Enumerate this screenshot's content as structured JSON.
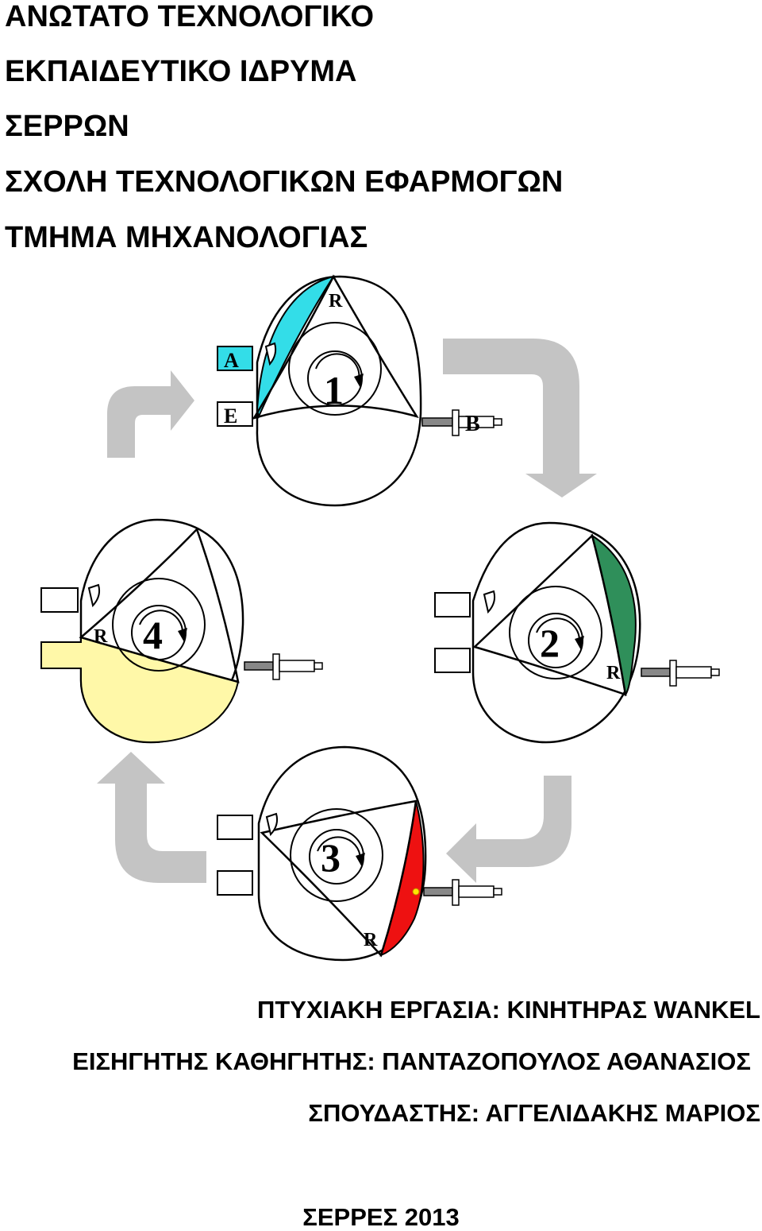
{
  "header": {
    "line1": "ΑΝΩΤΑΤΟ ΤΕΧΝΟΛΟΓΙΚΟ",
    "line2": "ΕΚΠΑΙΔΕΥΤΙΚΟ ΙΔΡΥΜΑ",
    "line3": "ΣΕΡΡΩΝ",
    "line4": "ΣΧΟΛΗ ΤΕΧΝΟΛΟΓΙΚΩΝ ΕΦΑΡΜΟΓΩΝ",
    "line5": "ΤΜΗΜΑ ΜΗΧΑΝΟΛΟΓΙΑΣ"
  },
  "diagram": {
    "stages": [
      "1",
      "2",
      "3",
      "4"
    ],
    "rotor_label": "R",
    "port_labels": {
      "intake": "A",
      "exhaust": "E",
      "spark": "B"
    },
    "colors": {
      "intake": "#33dde8",
      "compression": "#2f8f5a",
      "ignition": "#ee1111",
      "exhaust": "#fff8a8",
      "arrow": "#c4c4c4"
    }
  },
  "thesis": {
    "title": "ΠΤΥΧΙΑΚΗ ΕΡΓΑΣΙΑ: ΚΙΝΗΤΗΡΑΣ WANKEL",
    "supervisor": "ΕΙΣΗΓΗΤΗΣ ΚΑΘΗΓΗΤΗΣ: ΠΑΝΤΑΖΟΠΟΥΛΟΣ ΑΘΑΝΑΣΙΟΣ",
    "student": "ΣΠΟΥΔΑΣΤΗΣ: ΑΓΓΕΛΙΔΑΚΗΣ ΜΑΡΙΟΣ"
  },
  "footer": {
    "place_year": "ΣΕΡΡΕΣ 2013"
  }
}
